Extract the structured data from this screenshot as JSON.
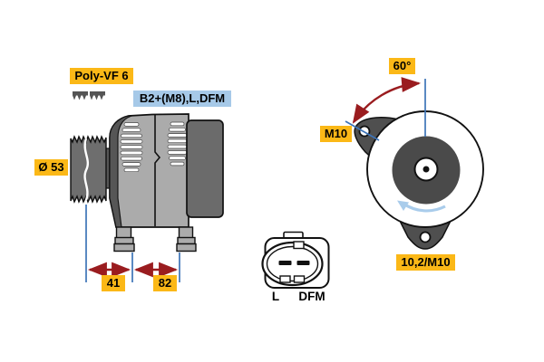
{
  "labels": {
    "belt": "Poly-VF 6",
    "terminals": "B2+(M8),L,DFM",
    "pulley_diameter": "Ø 53",
    "dim_front": "41",
    "dim_rear": "82",
    "mount_angle": "60°",
    "mount_thread": "M10",
    "mount_hole": "10,2/M10",
    "pin_l": "L",
    "pin_dfm": "DFM"
  },
  "colors": {
    "label_yellow": "#FBB817",
    "label_blue": "#A6C9E8",
    "dimension_line_blue": "#3D74B8",
    "arrow_red": "#9A1C1F",
    "rotation_arrow_light_blue": "#A9CCEB",
    "body_gray": "#ABABAB",
    "dark_gray": "#6B6B6B"
  }
}
